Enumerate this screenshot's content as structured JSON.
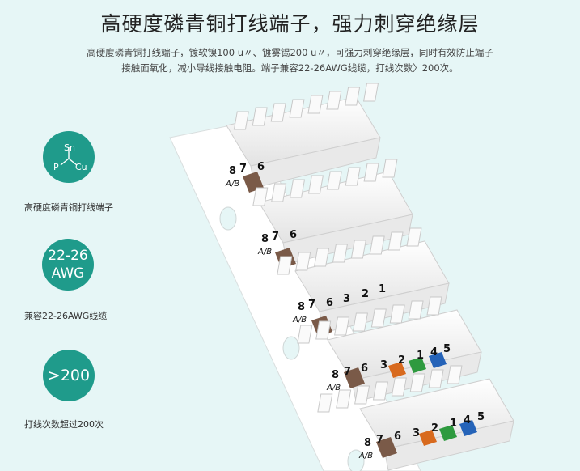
{
  "header": {
    "title": "高硬度磷青铜打线端子，强力刺穿绝缘层",
    "desc_line1": "高硬度磷青铜打线端子，镀软镍100 u〃、镀雾锡200 u〃，可强力刺穿绝缘层，同时有效防止端子",
    "desc_line2": "接触面氧化，减小导线接触电阻。端子兼容22-26AWG线缆，打线次数〉200次。"
  },
  "features": [
    {
      "badge_symbols": {
        "top": "Sn",
        "left": "P",
        "right": "Cu"
      },
      "label": "高硬度磷青铜打线端子"
    },
    {
      "badge_line1": "22-26",
      "badge_line2": "AWG",
      "label": "兼容22-26AWG线缆"
    },
    {
      "badge_text": ">200",
      "label": "打线次数超过200次"
    }
  ],
  "panel": {
    "pin_numbers": [
      "8",
      "7",
      "6",
      "3",
      "2",
      "1",
      "4",
      "5"
    ],
    "ab_label": "A/B"
  },
  "colors": {
    "background": "#e6f6f6",
    "badge": "#1f9b8b",
    "plate": "#ffffff",
    "module": "#f2f2f2",
    "wire_brown": "#7a5a48",
    "wire_orange": "#d86a1e",
    "wire_green": "#2e9a3f",
    "wire_blue": "#2563b8"
  }
}
